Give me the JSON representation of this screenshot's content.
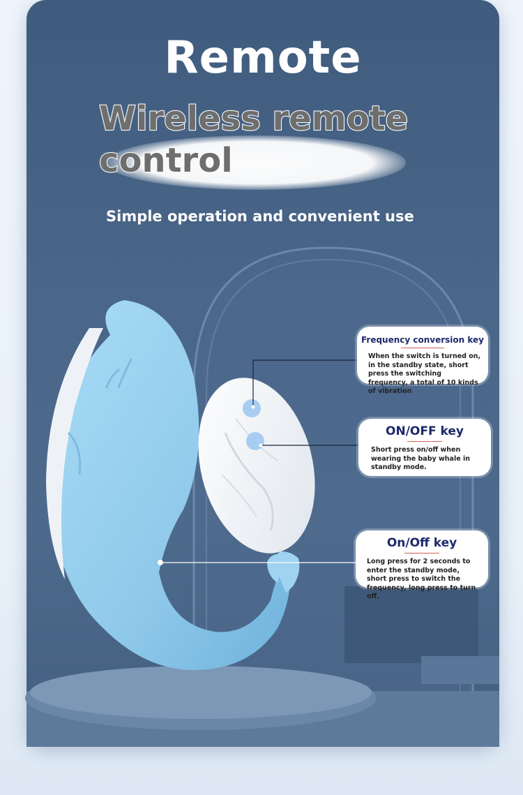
{
  "header": {
    "title": "Remote",
    "subtitle_line1": "Wireless remote",
    "subtitle_line2": "control",
    "tagline": "Simple operation and convenient use"
  },
  "callouts": [
    {
      "title": "Frequency conversion key",
      "text": "When the switch is turned on, in the standby state, short press the switching frequency, a total of 10 kinds of vibration"
    },
    {
      "title": "ON/OFF key",
      "text": "Short press on/off when wearing the baby whale in standby mode."
    },
    {
      "title": "On/Off key",
      "text": "Long press for 2 seconds to enter the standby mode, short press to switch the frequency, long press to turn off."
    }
  ],
  "colors": {
    "background": "#4a6689",
    "whale": "#9fd3ef",
    "remote": "#f4f6f8",
    "button": "#a9cdf2",
    "callout_title": "#1d2a6b"
  },
  "icons": {
    "whale": "whale-product-icon",
    "remote": "remote-control-icon"
  }
}
